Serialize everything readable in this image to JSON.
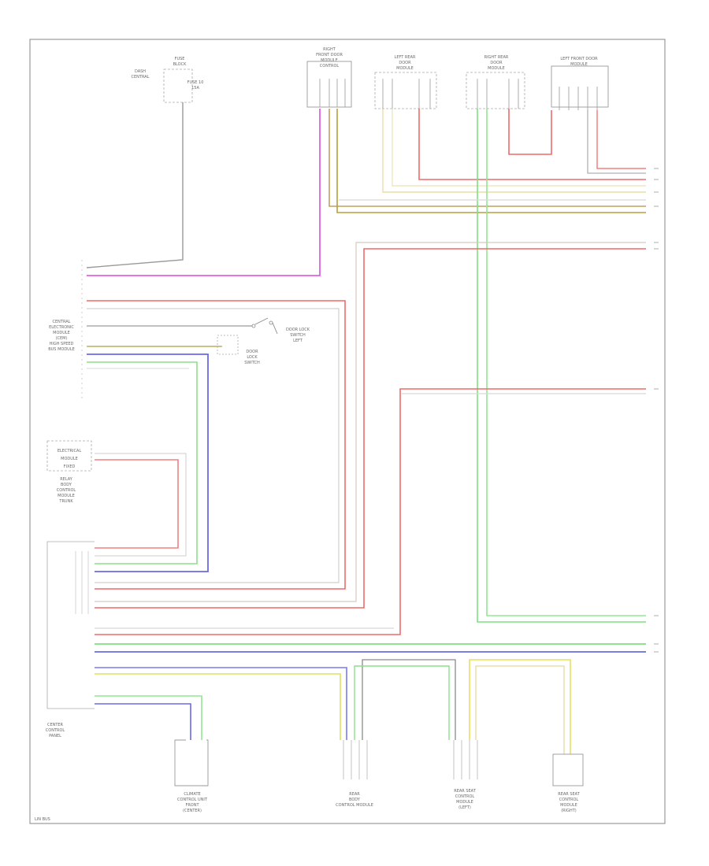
{
  "components": {
    "fuse_box": [
      "FUSE",
      "BLOCK",
      "DASH",
      "CENTRAL",
      "FUSE 10",
      "15A"
    ],
    "right_door_module": [
      "RIGHT",
      "FRONT DOOR",
      "MODULE",
      "CONTROL"
    ],
    "left_rear_door": [
      "LEFT REAR",
      "DOOR",
      "MODULE"
    ],
    "right_rear_door": [
      "RIGHT REAR",
      "DOOR",
      "MODULE"
    ],
    "left_driver_door": [
      "LEFT FRONT DOOR",
      "MODULE"
    ],
    "body_module": [
      "CENTRAL",
      "ELECTRONIC",
      "MODULE",
      "(CEM)",
      "HIGH SPEED",
      "BUS MODULE"
    ],
    "switch_upper": [
      "DOOR LOCK",
      "SWITCH",
      "LEFT"
    ],
    "switch_lower": [
      "DOOR",
      "LOCK",
      "SWITCH"
    ],
    "electrical_module": [
      "ELECTRICAL",
      "MODULE",
      "FIXED",
      "RELAY",
      "BODY",
      "CONTROL",
      "MODULE",
      "TRUNK"
    ],
    "control_panel": [
      "CENTER",
      "CONTROL",
      "PANEL"
    ],
    "bottom_left": [
      "CLIMATE",
      "CONTROL UNIT",
      "FRONT",
      "(CENTER)"
    ],
    "bottom_center": [
      "REAR",
      "BODY",
      "CONTROL MODULE"
    ],
    "bottom_right_a": [
      "REAR SEAT",
      "CONTROL",
      "MODULE",
      "(LEFT)"
    ],
    "bottom_right_b": [
      "REAR SEAT",
      "CONTROL",
      "MODULE",
      "(RIGHT)"
    ]
  },
  "footer": "LIN BUS"
}
